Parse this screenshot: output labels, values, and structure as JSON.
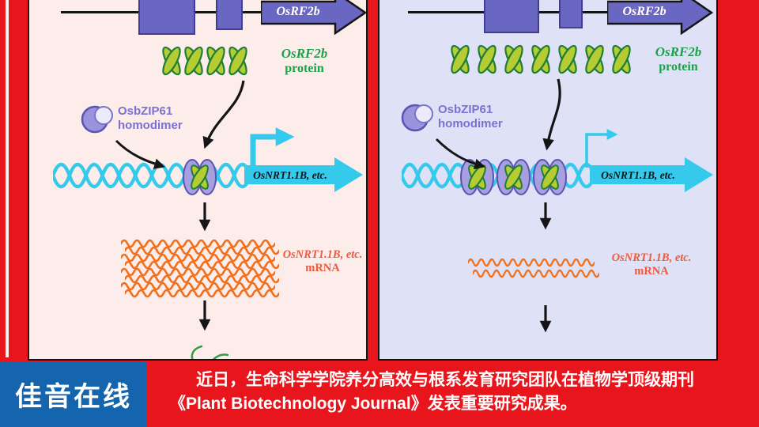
{
  "banner": {
    "brand": "佳音在线",
    "caption_line1": "近日，生命科学学院养分高效与根系发育研究团队在植物学顶级期刊",
    "caption_line2": "《Plant Biotechnology Journal》发表重要研究成果。"
  },
  "diagram": {
    "panels": [
      {
        "side": "left",
        "gene_label": "OsRF2b",
        "protein_gene": "OsRF2b",
        "protein_word": "protein",
        "homodimer_label": "OsbZIP61\nhomodimer",
        "target_label": "OsNRT1.1B, etc.",
        "mrna_gene": "OsNRT1.1B, etc.",
        "mrna_word": "mRNA",
        "protein_count": 4,
        "dna_complex_count": 1,
        "mrna_strand_count": 8
      },
      {
        "side": "right",
        "gene_label": "OsRF2b",
        "protein_gene": "OsRF2b",
        "protein_word": "protein",
        "homodimer_label": "OsbZIP61\nhomodimer",
        "target_label": "OsNRT1.1B, etc.",
        "mrna_gene": "OsNRT1.1B, etc.",
        "mrna_word": "mRNA",
        "protein_count": 7,
        "dna_complex_count": 3,
        "mrna_strand_count": 2
      }
    ]
  },
  "colors": {
    "page_background": "#e8151d",
    "left_panel_background": "#fcecea",
    "right_panel_background": "#dfe1f6",
    "gene_purple": "#6a67c3",
    "protein_green_fill": "#b5cc33",
    "protein_green_stroke": "#1e7d36",
    "protein_label_green": "#1fa04b",
    "homodimer_purple": "#9a93dd",
    "homodimer_label_purple": "#7b71d0",
    "dna_cyan": "#35c9ec",
    "mrna_orange": "#f0701e",
    "mrna_label_color": "#ee5a3c",
    "brand_box_blue": "#1565ae"
  }
}
